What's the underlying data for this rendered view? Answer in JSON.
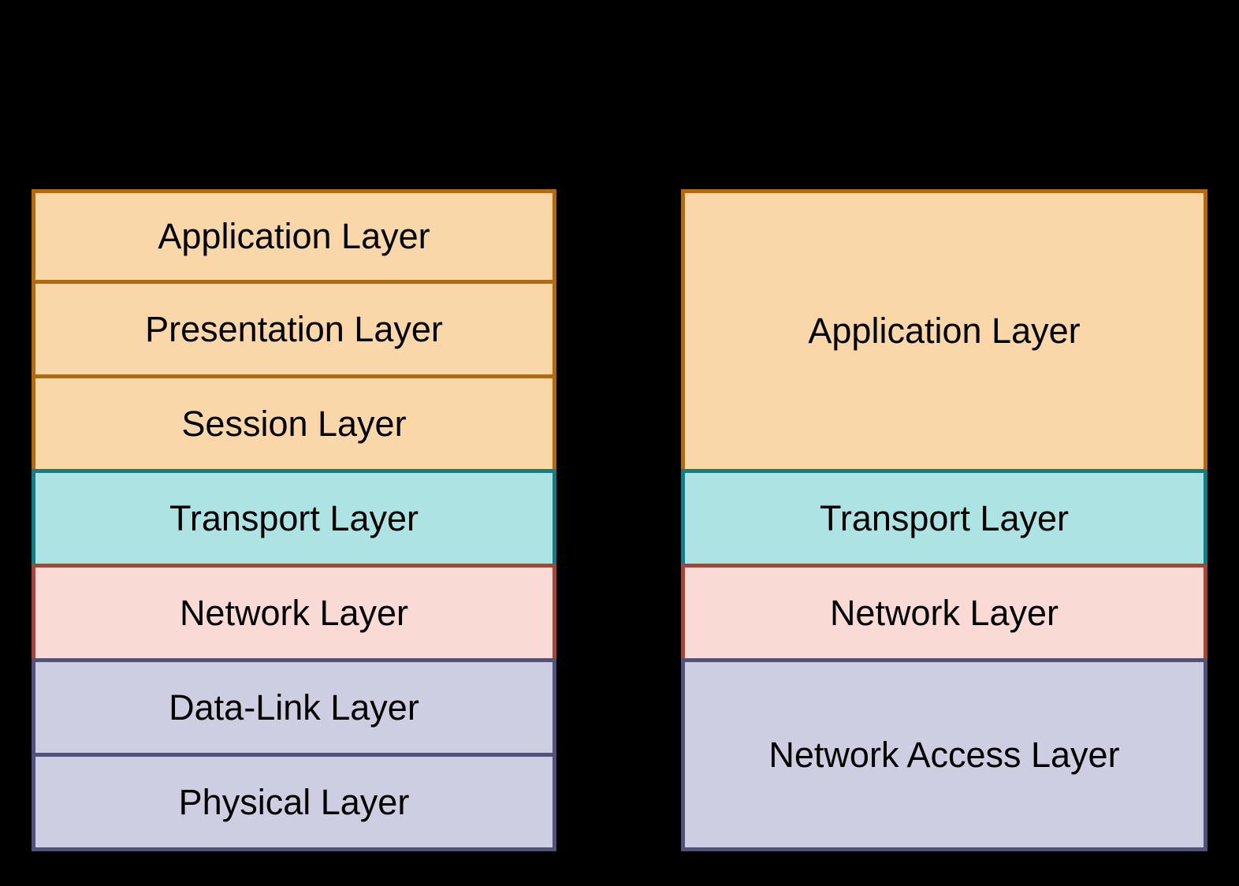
{
  "diagram": {
    "background_color": "#000000",
    "text_color": "#000000",
    "left_stack": {
      "layers": [
        {
          "label": "Application Layer",
          "fill": "#FAD7A8",
          "border": "#B4690A"
        },
        {
          "label": "Presentation Layer",
          "fill": "#FAD7A8",
          "border": "#B4690A"
        },
        {
          "label": "Session Layer",
          "fill": "#FAD7A8",
          "border": "#B4690A"
        },
        {
          "label": "Transport Layer",
          "fill": "#ADE3E3",
          "border": "#0F7E86"
        },
        {
          "label": "Network Layer",
          "fill": "#FADAD5",
          "border": "#A94334"
        },
        {
          "label": "Data-Link Layer",
          "fill": "#CECEE2",
          "border": "#51517D"
        },
        {
          "label": "Physical Layer",
          "fill": "#CECEE2",
          "border": "#51517D"
        }
      ]
    },
    "right_stack": {
      "layers": [
        {
          "label": "Application Layer",
          "row_span": 3,
          "fill": "#FAD7A8",
          "border": "#B4690A"
        },
        {
          "label": "Transport Layer",
          "row_span": 1,
          "fill": "#ADE3E3",
          "border": "#0F7E86"
        },
        {
          "label": "Network Layer",
          "row_span": 1,
          "fill": "#FADAD5",
          "border": "#A94334"
        },
        {
          "label": "Network Access Layer",
          "row_span": 2,
          "fill": "#CECEE2",
          "border": "#51517D"
        }
      ]
    }
  }
}
